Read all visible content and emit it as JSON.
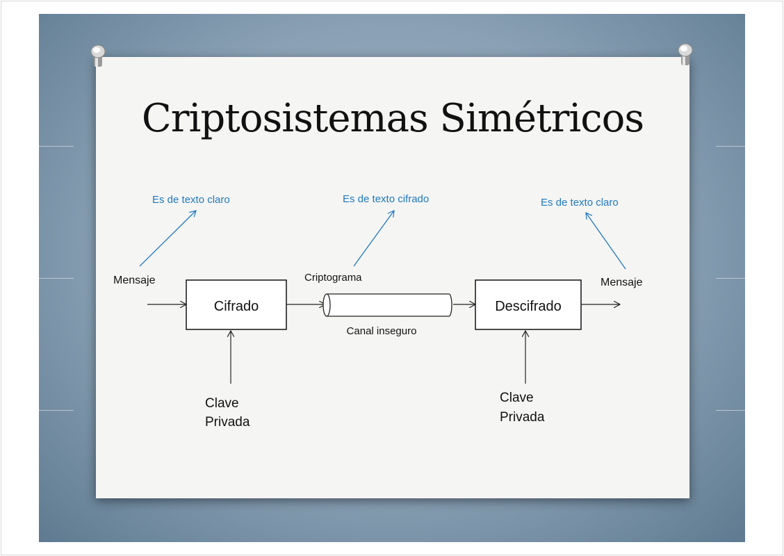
{
  "slide": {
    "title": "Criptosistemas Simétricos",
    "annotations": {
      "left": "Es de texto claro",
      "middle": "Es de texto cifrado",
      "right": "Es de texto claro"
    },
    "diagram": {
      "input_label": "Mensaje",
      "encrypt_box": "Cifrado",
      "ciphertext_label": "Criptograma",
      "channel_label": "Canal inseguro",
      "decrypt_box": "Descifrado",
      "output_label": "Mensaje",
      "key_left": [
        "Clave",
        "Privada"
      ],
      "key_right": [
        "Clave",
        "Privada"
      ]
    },
    "colors": {
      "annotation": "#1f78c1",
      "background": "#8aa1b5"
    }
  }
}
